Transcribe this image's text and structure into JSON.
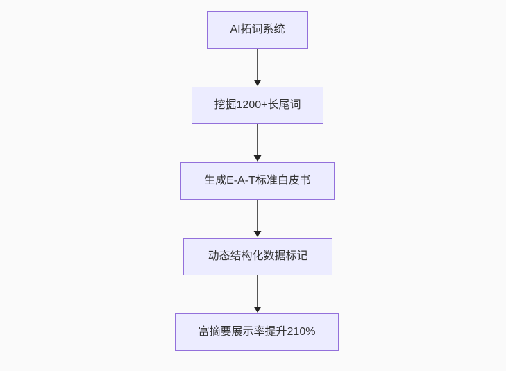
{
  "canvas": {
    "background": "#fafafa"
  },
  "chart_data": {
    "type": "flowchart",
    "direction": "top-down",
    "nodes": [
      {
        "label": "AI拓词系统"
      },
      {
        "label": "挖掘1200+长尾词"
      },
      {
        "label": "生成E-A-T标准白皮书"
      },
      {
        "label": "动态结构化数据标记"
      },
      {
        "label": "富摘要展示率提升210%"
      }
    ],
    "edges": [
      {
        "from": 0,
        "to": 1
      },
      {
        "from": 1,
        "to": 2
      },
      {
        "from": 2,
        "to": 3
      },
      {
        "from": 3,
        "to": 4
      }
    ],
    "style": {
      "node_fill": "#ECECFF",
      "node_border": "#9370DB",
      "edge_line_color": "#555555",
      "arrowhead_color": "#222222",
      "text_color": "#333333"
    }
  },
  "flowchart": {
    "nodes": [
      {
        "label": "AI拓词系统"
      },
      {
        "label": "挖掘1200+长尾词"
      },
      {
        "label": "生成E-A-T标准白皮书"
      },
      {
        "label": "动态结构化数据标记"
      },
      {
        "label": "富摘要展示率提升210%"
      }
    ]
  }
}
